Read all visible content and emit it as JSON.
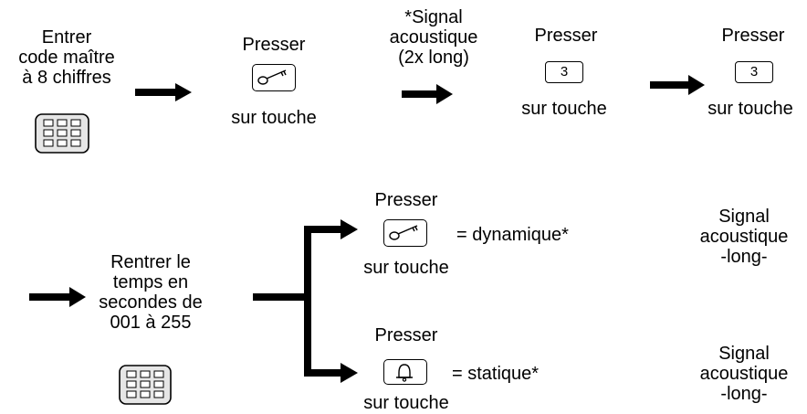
{
  "step1": {
    "text": "Entrer\ncode maître\nà 8 chiffres"
  },
  "step2": {
    "title": "Presser",
    "caption": "sur touche"
  },
  "step3": {
    "signal": "*Signal\nacoustique\n(2x long)",
    "title": "Presser",
    "key": "3",
    "caption": "sur touche"
  },
  "step4": {
    "title": "Presser",
    "key": "3",
    "caption": "sur touche"
  },
  "row2": {
    "entry": "Rentrer le\ntemps en\nsecondes  de\n001 à 255",
    "option_dynamic": {
      "title": "Presser",
      "result": "= dynamique*",
      "caption": "sur touche"
    },
    "option_static": {
      "title": "Presser",
      "result": "= statique*",
      "caption": "sur touche"
    },
    "signal_dynamic": "Signal\nacoustique\n-long-",
    "signal_static": "Signal\nacoustique\n-long-"
  }
}
